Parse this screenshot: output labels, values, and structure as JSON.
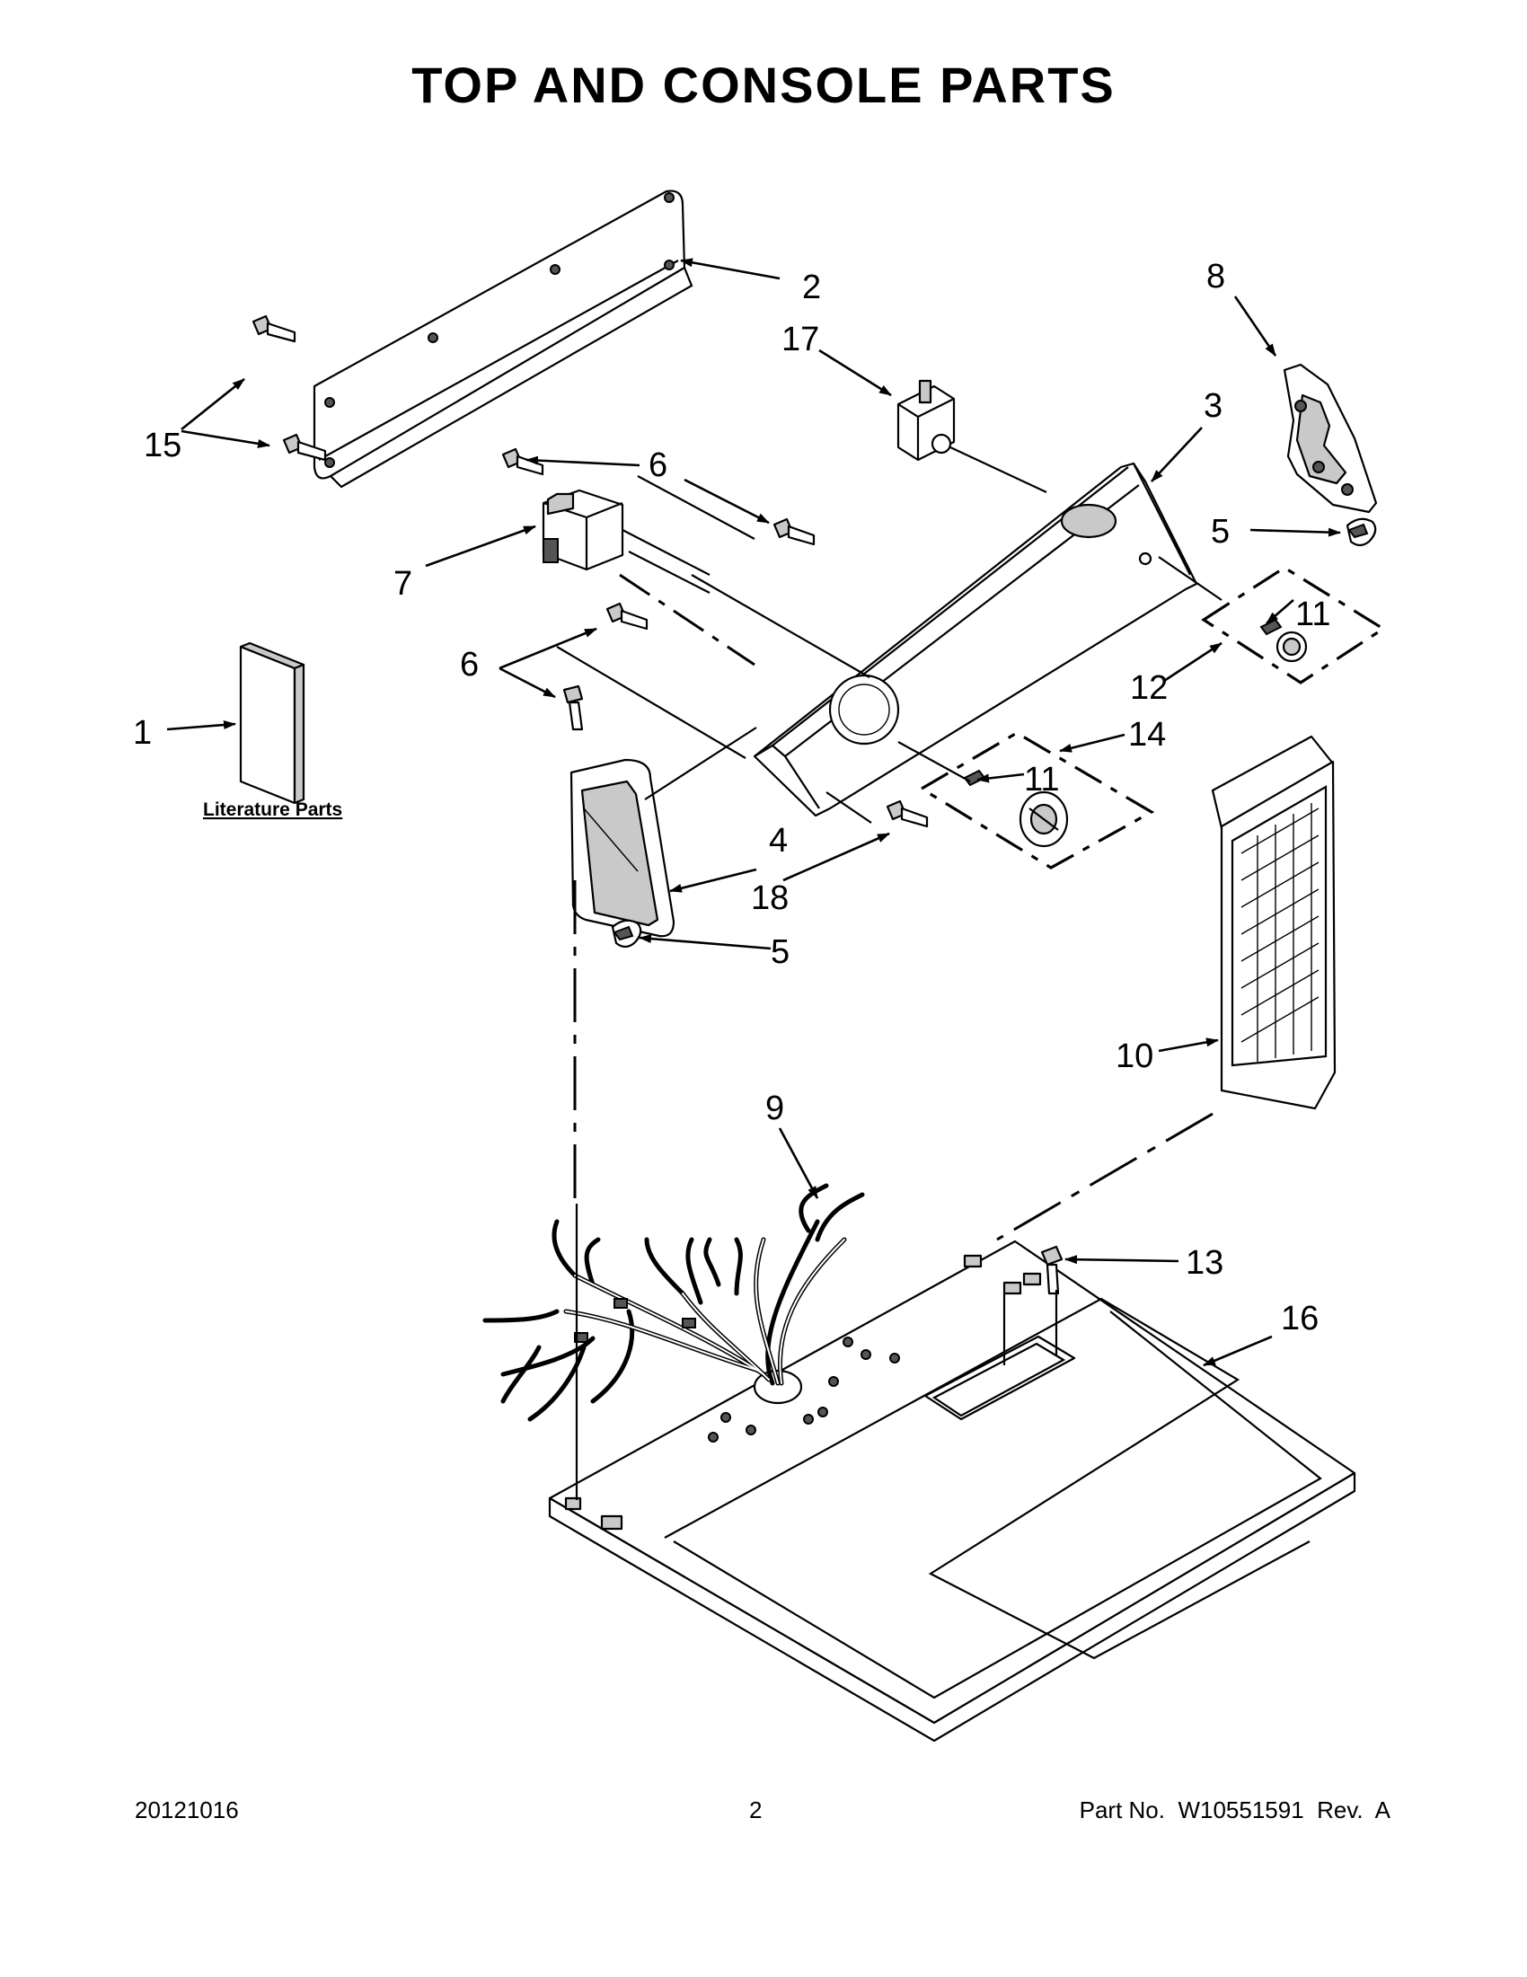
{
  "title": "TOP AND CONSOLE PARTS",
  "literature_label": "Literature Parts",
  "callouts": {
    "c1": "1",
    "c2": "2",
    "c3": "3",
    "c4": "4",
    "c5a": "5",
    "c5b": "5",
    "c6a": "6",
    "c6b": "6",
    "c7": "7",
    "c8": "8",
    "c9": "9",
    "c10": "10",
    "c11a": "11",
    "c11b": "11",
    "c12": "12",
    "c13": "13",
    "c14": "14",
    "c15": "15",
    "c16": "16",
    "c17": "17",
    "c18": "18"
  },
  "footer": {
    "date": "20121016",
    "page": "2",
    "part_no": "Part No.  W10551591  Rev.  A"
  }
}
